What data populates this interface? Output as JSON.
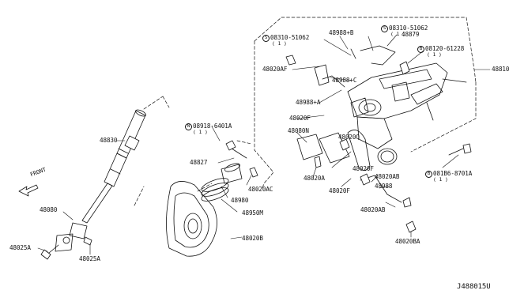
{
  "diagram": {
    "reference": "J488015U",
    "front_label": "FRONT",
    "parts": [
      {
        "id": "p48810",
        "label": "48810"
      },
      {
        "id": "p48879",
        "label": "48879"
      },
      {
        "id": "p48988b",
        "label": "48988+B"
      },
      {
        "id": "p48988c",
        "label": "48988+C"
      },
      {
        "id": "p48988a",
        "label": "48988+A"
      },
      {
        "id": "p48020af",
        "label": "48020AF"
      },
      {
        "id": "p48020f1",
        "label": "48020F"
      },
      {
        "id": "p48020q",
        "label": "48020Q"
      },
      {
        "id": "p48080n",
        "label": "48080N"
      },
      {
        "id": "p48020a",
        "label": "48020A"
      },
      {
        "id": "p48020f2",
        "label": "48020F"
      },
      {
        "id": "p48020f3",
        "label": "48020F"
      },
      {
        "id": "p48020ab1",
        "label": "48020AB"
      },
      {
        "id": "p48988",
        "label": "48988"
      },
      {
        "id": "p48020ab2",
        "label": "48020AB"
      },
      {
        "id": "p48020ba",
        "label": "48020BA"
      },
      {
        "id": "p48830",
        "label": "48830"
      },
      {
        "id": "p48827",
        "label": "48827"
      },
      {
        "id": "p48020ac",
        "label": "48020AC"
      },
      {
        "id": "p48980",
        "label": "48980"
      },
      {
        "id": "p48950m",
        "label": "48950M"
      },
      {
        "id": "p48020b",
        "label": "48020B"
      },
      {
        "id": "p48080",
        "label": "48080"
      },
      {
        "id": "p48025a1",
        "label": "48025A"
      },
      {
        "id": "p48025a2",
        "label": "48025A"
      }
    ],
    "fasteners": [
      {
        "id": "f1",
        "symbol": "S",
        "label": "08310-51062",
        "qty": "( 1 )"
      },
      {
        "id": "f2",
        "symbol": "S",
        "label": "08310-51062",
        "qty": "( 1 )"
      },
      {
        "id": "f3",
        "symbol": "B",
        "label": "08120-61228",
        "qty": "( 1 )"
      },
      {
        "id": "f4",
        "symbol": "N",
        "label": "08918-6401A",
        "qty": "( 1 )"
      },
      {
        "id": "f5",
        "symbol": "B",
        "label": "081B6-8701A",
        "qty": "( 1 )"
      }
    ]
  }
}
